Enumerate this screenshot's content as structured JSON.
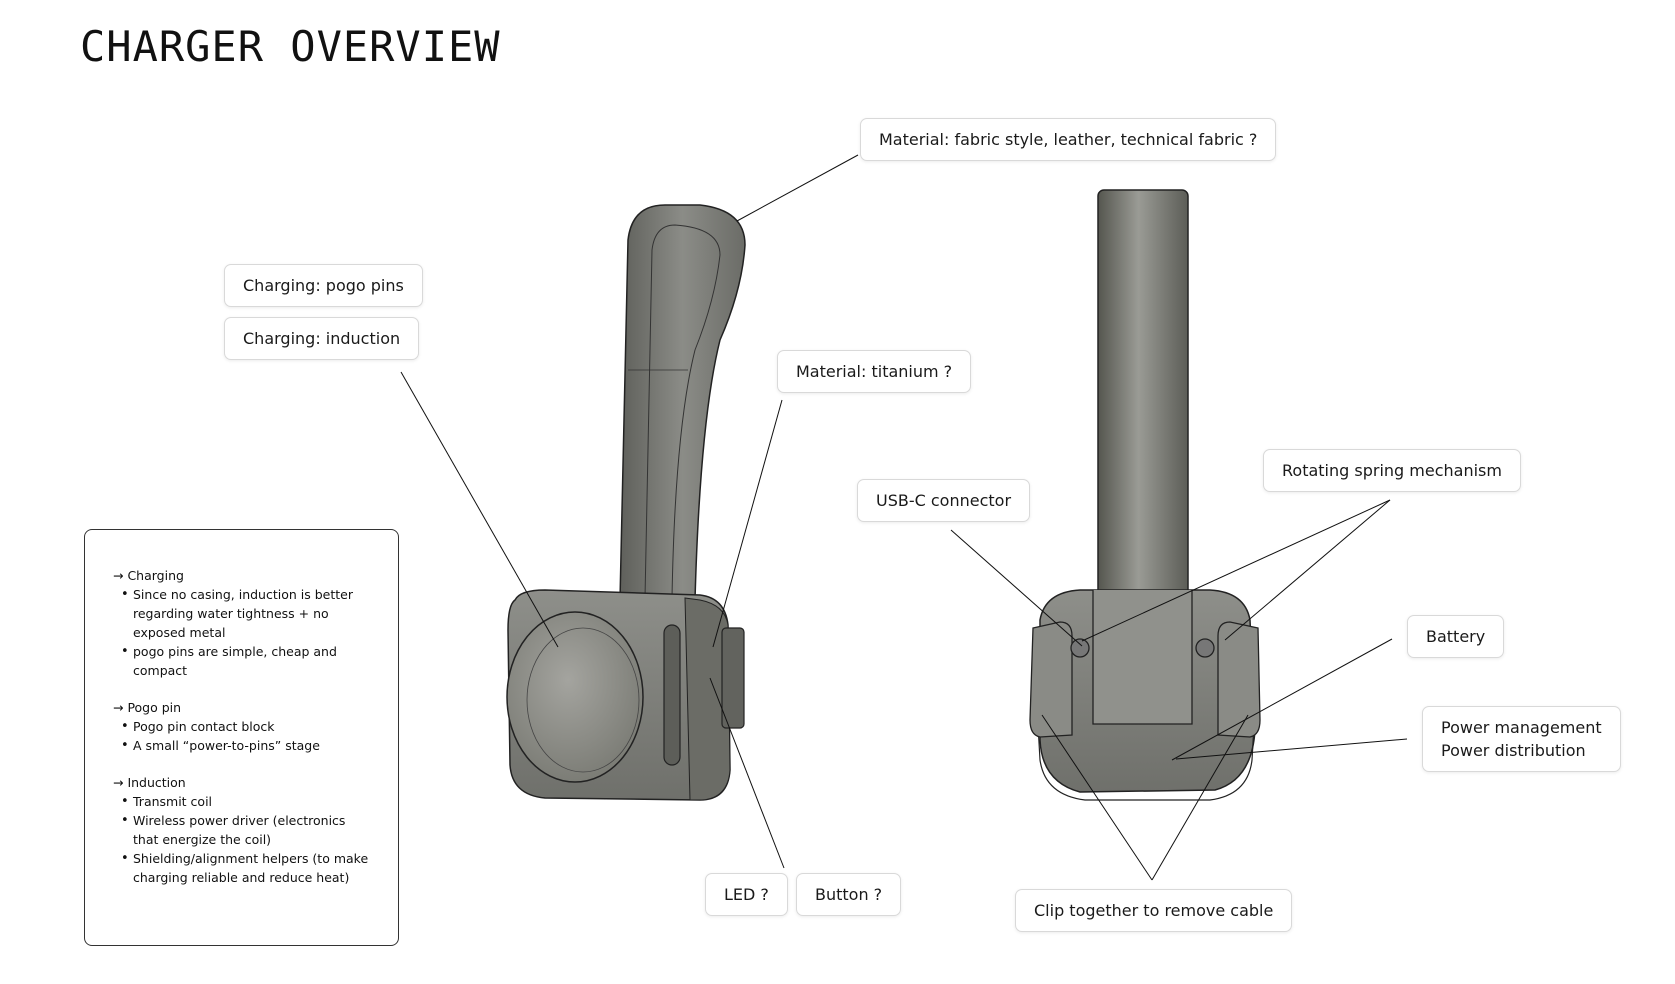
{
  "title": "CHARGER OVERVIEW",
  "colors": {
    "body_dark": "#6e6e6a",
    "body_mid": "#8d8e89",
    "body_light": "#a3a39e",
    "outline": "#222222",
    "leader": "#111111"
  },
  "callouts": {
    "strap_material": "Material: fabric style, leather, technical fabric ?",
    "charging_pogo": "Charging: pogo pins",
    "charging_induction": "Charging: induction",
    "body_material": "Material: titanium ?",
    "usbc": "USB-C connector",
    "spring": "Rotating spring mechanism",
    "battery": "Battery",
    "power_management": "Power management",
    "power_distribution": "Power distribution",
    "led": "LED ?",
    "button": "Button ?",
    "clip": "Clip together to remove cable"
  },
  "notes": {
    "charging": {
      "heading": "→ Charging",
      "items": [
        [
          "Since no casing, induction is better",
          "regarding water tightness + no",
          "exposed metal"
        ],
        [
          "pogo pins are simple, cheap and",
          "compact"
        ]
      ]
    },
    "pogo": {
      "heading": "→ Pogo pin",
      "items": [
        [
          "Pogo pin contact block"
        ],
        [
          "A small “power-to-pins” stage"
        ]
      ]
    },
    "induction": {
      "heading": "→ Induction",
      "items": [
        [
          "Transmit coil"
        ],
        [
          "Wireless power driver (electronics",
          "that energize the coil)"
        ],
        [
          "Shielding/alignment helpers (to make",
          "charging reliable and reduce heat)"
        ]
      ]
    }
  }
}
